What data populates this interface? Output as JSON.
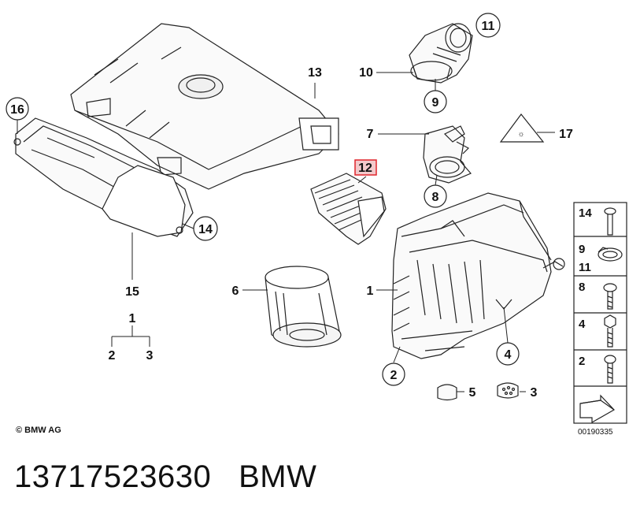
{
  "diagram": {
    "callouts": {
      "c16": "16",
      "c13": "13",
      "c11": "11",
      "c10": "10",
      "c9": "9",
      "c7": "7",
      "c17": "17",
      "c8": "8",
      "c12": "12",
      "c14": "14",
      "c15": "15",
      "c6": "6",
      "c1": "1",
      "c2": "2",
      "c3": "3",
      "c4": "4",
      "c5": "5"
    },
    "tree": {
      "top": "1",
      "left": "2",
      "right": "3"
    },
    "legend": [
      {
        "label": "14"
      },
      {
        "label": "9",
        "label2": "11"
      },
      {
        "label": "8"
      },
      {
        "label": "4"
      },
      {
        "label": "2"
      }
    ],
    "highlight_color": "#e0262d",
    "highlight_fill": "#f3c9cb",
    "copyright": "© BMW AG",
    "diagram_id": "00190335"
  },
  "footer": {
    "part_number": "13717523630",
    "brand": "BMW"
  }
}
